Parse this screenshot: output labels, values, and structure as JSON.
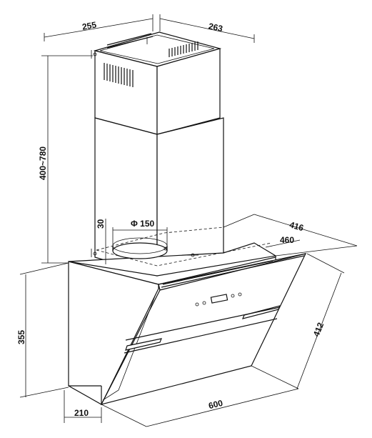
{
  "dimensions": {
    "chimney_depth": "255",
    "chimney_width": "263",
    "chimney_height": "400~780",
    "duct_offset": "30",
    "duct_diameter": "Φ 150",
    "body_width": "416",
    "body_depth": "460",
    "panel_length": "412",
    "body_height": "355",
    "bottom_width": "600",
    "bottom_depth": "210"
  }
}
